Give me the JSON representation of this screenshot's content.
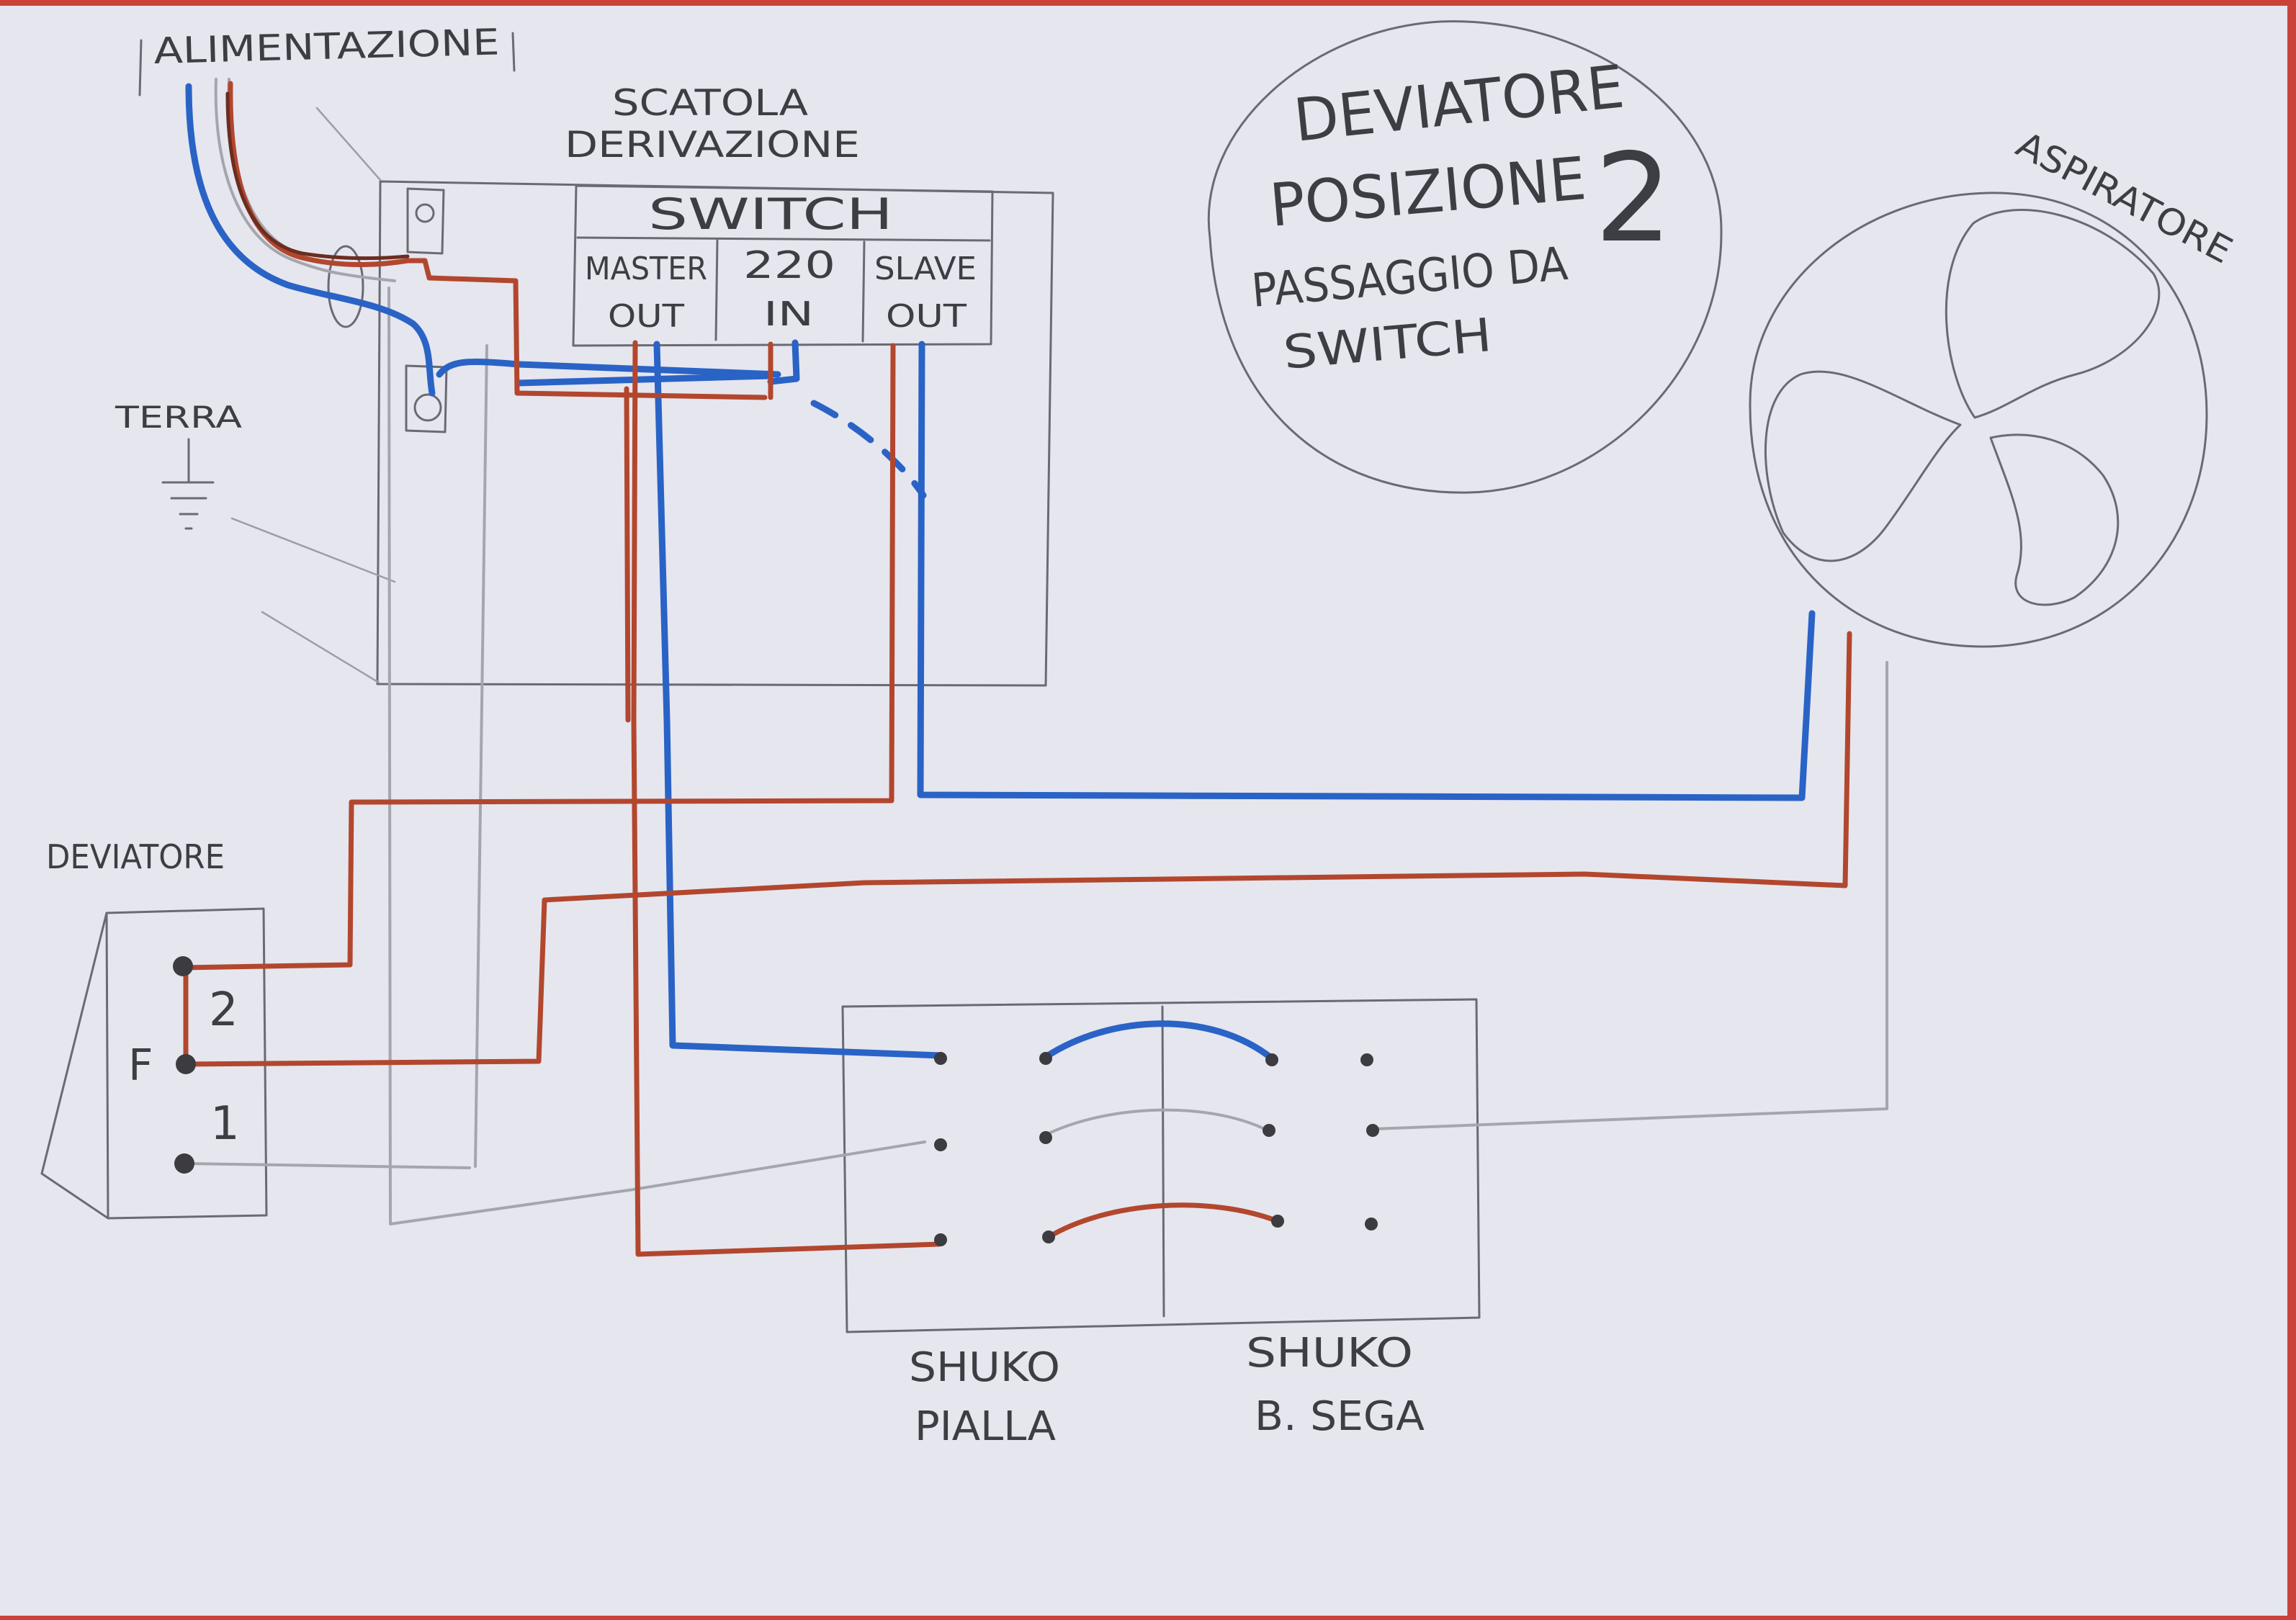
{
  "labels": {
    "alimentazione": "ALIMENTAZIONE",
    "scatola_line1": "SCATOLA",
    "scatola_line2": "DERIVAZIONE",
    "switch_title": "SWITCH",
    "master_line1": "MASTER",
    "master_line2": "OUT",
    "in_line1": "220",
    "in_line2": "IN",
    "slave_line1": "SLAVE",
    "slave_line2": "OUT",
    "terra": "TERRA",
    "deviatore": "DEVIATORE",
    "deviatore_pos_2": "2",
    "deviatore_pos_f": "F",
    "deviatore_pos_1": "1",
    "note_line1": "DEVIATORE",
    "note_line2": "POSIZIONE",
    "note_number": "2",
    "note_line3": "PASSAGGIO DA",
    "note_line4": "SWITCH",
    "aspiratore": "ASPIRATORE",
    "schuko1_line1": "SHUKO",
    "schuko1_line2": "PIALLA",
    "schuko2_line1": "SHUKO",
    "schuko2_line2": "B. SEGA"
  },
  "colors": {
    "neutral_wire": "#2a63c6",
    "phase_wire": "#b2472e",
    "earth_wire": "#a5a5ad",
    "pencil": "#6a6a72",
    "paper": "#e6e6ef"
  }
}
